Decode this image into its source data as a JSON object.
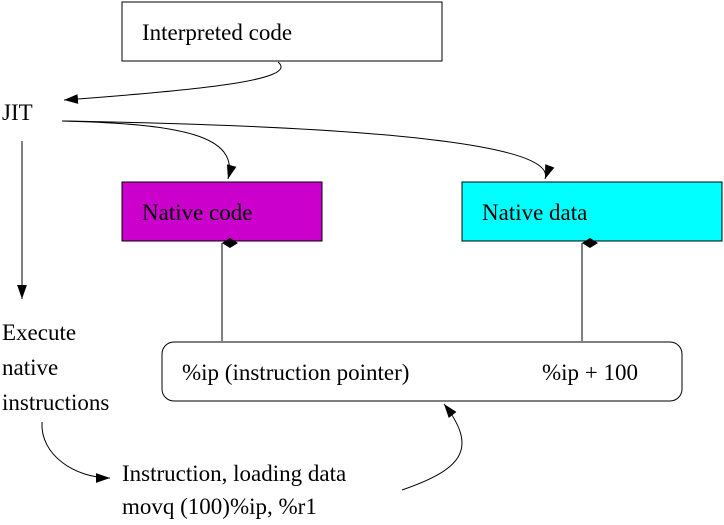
{
  "boxes": {
    "interpreted_code": {
      "label": "Interpreted code",
      "fill": "#ffffff"
    },
    "native_code": {
      "label": "Native code",
      "fill": "#cc00cc"
    },
    "native_data": {
      "label": "Native data",
      "fill": "#00ffff"
    }
  },
  "jit": {
    "label": "JIT"
  },
  "execute": {
    "line1": "Execute",
    "line2": "native",
    "line3": "instructions"
  },
  "registers": {
    "ip_label": "%ip (instruction pointer)",
    "ip_offset_label": "%ip + 100"
  },
  "instruction": {
    "line1": "Instruction, loading data",
    "line2": "movq (100)%ip, %r1"
  }
}
